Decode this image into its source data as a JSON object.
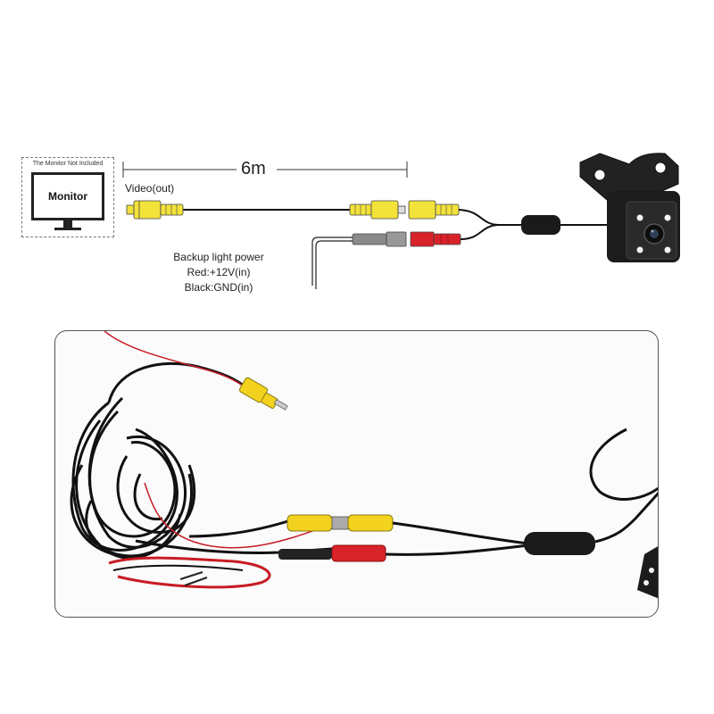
{
  "monitor": {
    "note": "The Monitor Not Included",
    "label": "Monitor"
  },
  "labels": {
    "distance": "6m",
    "video_out": "Video(out)",
    "power_title": "Backup light power",
    "power_red": "Red:+12V(in)",
    "power_black": "Black:GND(in)"
  },
  "colors": {
    "rca_yellow": "#f2e23a",
    "wire_red": "#d8232a",
    "wire_black": "#111111",
    "plug_grey": "#8a8a8a"
  }
}
